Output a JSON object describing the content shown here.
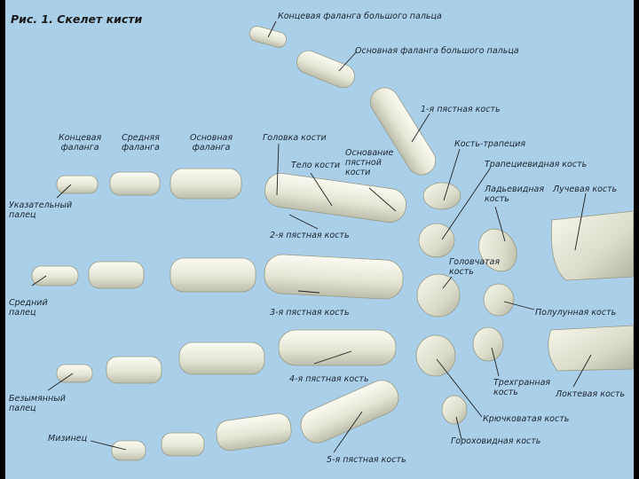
{
  "figure": {
    "title": "Рис. 1. Скелет кисти",
    "labels": {
      "thumb_distal": "Концевая фаланга большого пальца",
      "thumb_proximal": "Основная фаланга большого пальца",
      "metacarpal_1": "1-я пястная кость",
      "head": "Головка кости",
      "trapezium": "Кость-трапеция",
      "trapezoid": "Трапециевидная кость",
      "distal_col": "Концевая\nфаланга",
      "middle_col": "Средняя\nфаланга",
      "proximal_col": "Основная\nфаланга",
      "body": "Тело кости",
      "base": "Основание\nпястной\nкости",
      "scaphoid": "Ладьевидная\nкость",
      "radius": "Лучевая кость",
      "index_finger": "Указательный\nпалец",
      "metacarpal_2": "2-я пястная кость",
      "capitate": "Головчатая\nкость",
      "middle_finger": "Средний\nпалец",
      "metacarpal_3": "3-я пястная кость",
      "lunate": "Полулунная кость",
      "metacarpal_4": "4-я пястная кость",
      "triquetrum": "Трехгранная\nкость",
      "ulna": "Локтевая кость",
      "ring_finger": "Безымянный\nпалец",
      "hamate": "Крючковатая кость",
      "little_finger": "Мизинец",
      "pisiform": "Гороховидная кость",
      "metacarpal_5": "5-я пястная кость"
    }
  }
}
